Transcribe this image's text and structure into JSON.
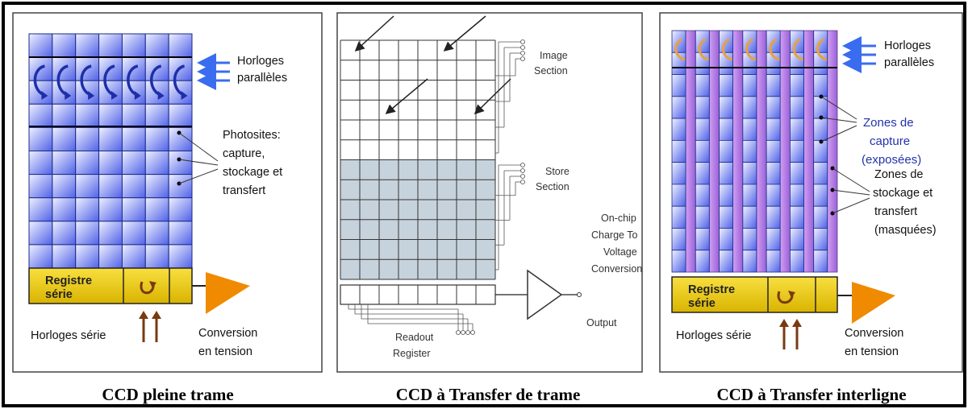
{
  "colors": {
    "pixel_blue": "#4f61e8",
    "pixel_light": "#f0f2ff",
    "storage_violet": "#b77fe6",
    "register_yellow": "#f3d000",
    "amplifier_orange": "#f08a00",
    "clock_arrow_blue": "#3a6cf0",
    "clock_arrow_brown": "#7a3a10",
    "store_gray": "#c7d3dc"
  },
  "panel_full_frame": {
    "clock_label": [
      "Horloges",
      "parallèles"
    ],
    "photosite_label": [
      "Photosites:",
      "capture,",
      "stockage et",
      "transfert"
    ],
    "register_label": [
      "Registre",
      "série"
    ],
    "serial_clock_label": "Horloges série",
    "conversion_label": [
      "Conversion",
      "en tension"
    ],
    "caption": "CCD pleine trame"
  },
  "panel_frame_transfer": {
    "image_section": [
      "Image",
      "Section"
    ],
    "store_section": [
      "Store",
      "Section"
    ],
    "conversion": [
      "On-chip",
      "Charge To",
      "Voltage",
      "Conversion"
    ],
    "output": "Output",
    "readout_register": [
      "Readout",
      "Register"
    ],
    "caption": "CCD à Transfer de  trame"
  },
  "panel_interline": {
    "clock_label": [
      "Horloges",
      "parallèles"
    ],
    "capture_label": [
      "Zones de",
      "capture",
      "(exposées)"
    ],
    "storage_label": [
      "Zones de",
      "stockage et",
      "transfert",
      "(masquées)"
    ],
    "register_label": [
      "Registre",
      "série"
    ],
    "serial_clock_label": "Horloges série",
    "conversion_label": [
      "Conversion",
      "en tension"
    ],
    "caption": "CCD à Transfer interligne"
  }
}
